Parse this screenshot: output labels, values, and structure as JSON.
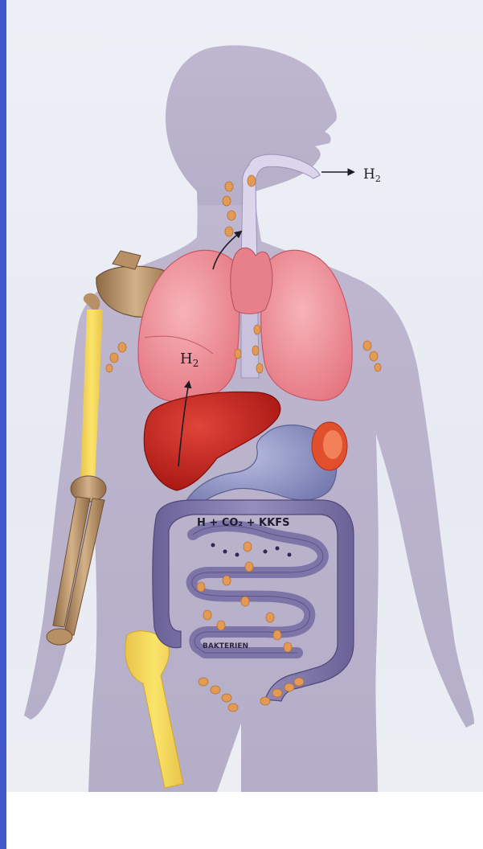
{
  "labels": {
    "exhaled_gas": "H",
    "exhaled_gas_sub": "2",
    "lung_gas": "H",
    "lung_gas_sub": "2",
    "gut_formula": "H + CO₂ + KKFS",
    "colon_text": "BAKTERIEN"
  },
  "colors": {
    "body": "#b7afc9",
    "lung": "#f08d98",
    "liver": "#c8231f",
    "stomach": "#8e93c4",
    "intestine": "#7d75a8",
    "bone_yellow": "#f2d431",
    "bone_tan": "#b89066",
    "particle": "#e39a55",
    "frame": "#3f57c9"
  }
}
